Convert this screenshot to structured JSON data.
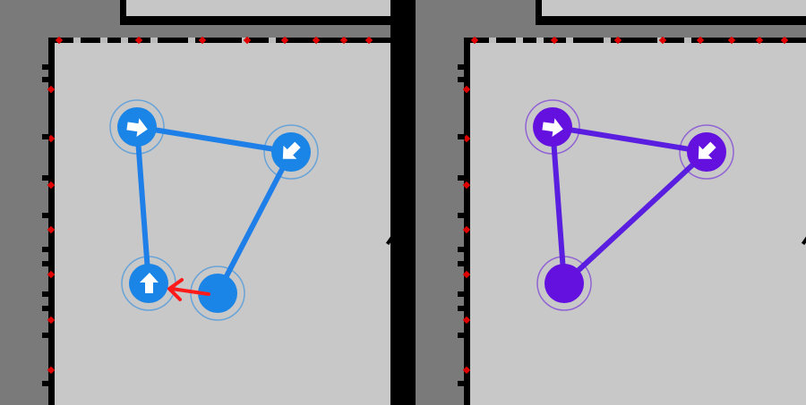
{
  "colors": {
    "background": "#7a7a7a",
    "floor": "#c8c8c8",
    "wall": "#000000",
    "wall_gap": "#bdbdbd",
    "marker": "#e00000",
    "left_path": "#1f7fe8",
    "left_node": "#1a85e6",
    "right_path": "#5a1ee0",
    "right_node": "#6411e0",
    "arrow_hint": "#ff1a1a",
    "node_glyph": "#ffffff"
  },
  "panels": [
    {
      "id": "left",
      "nodes": [
        {
          "id": "n1",
          "icon": "arrow-right-icon",
          "kind": "waypoint"
        },
        {
          "id": "n2",
          "icon": "arrow-down-left-icon",
          "kind": "waypoint"
        },
        {
          "id": "n3",
          "icon": "arrow-up-icon",
          "kind": "waypoint"
        },
        {
          "id": "n4",
          "icon": "",
          "kind": "endpoint"
        }
      ],
      "hint_arrow": "arrow-left-icon"
    },
    {
      "id": "right",
      "nodes": [
        {
          "id": "m1",
          "icon": "arrow-right-icon",
          "kind": "waypoint"
        },
        {
          "id": "m2",
          "icon": "arrow-down-left-icon",
          "kind": "waypoint"
        },
        {
          "id": "m3",
          "icon": "",
          "kind": "endpoint"
        }
      ]
    }
  ]
}
